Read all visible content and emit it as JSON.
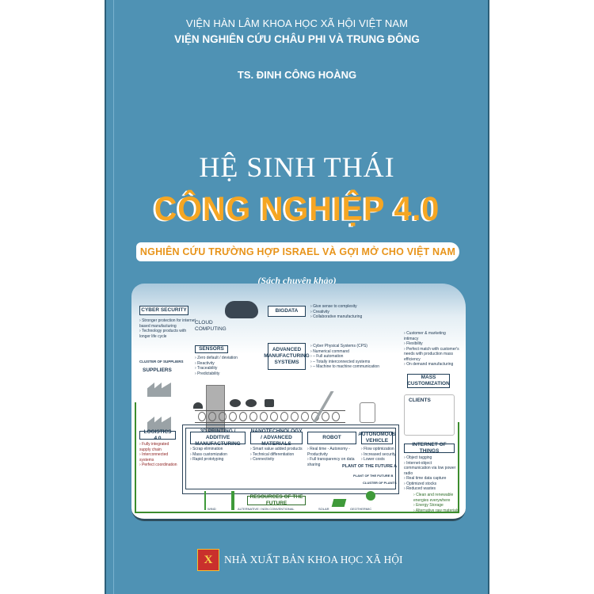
{
  "cover": {
    "organization": "VIỆN HÀN LÂM KHOA HỌC XÃ HỘI VIỆT NAM",
    "institute": "VIỆN NGHIÊN CỨU CHÂU PHI VÀ TRUNG ĐÔNG",
    "author": "TS. ĐINH CÔNG HOÀNG",
    "title_line1": "HỆ SINH THÁI",
    "title_line2": "CÔNG NGHIỆP 4.0",
    "subtitle": "NGHIÊN CỨU TRƯỜNG HỢP ISRAEL VÀ GỢI MỞ CHO VIỆT NAM",
    "genre": "(Sách chuyên khảo)",
    "publisher": "NHÀ XUẤT BẢN KHOA HỌC XÃ HỘI",
    "publisher_logo_letter": "X",
    "colors": {
      "background": "#4f92b4",
      "accent": "#f5a623",
      "diagram_line": "#1f3d56",
      "green": "#3c8d2e"
    }
  },
  "diagram": {
    "cyber_security": {
      "label": "CYBER SECURITY",
      "bullets": [
        "Stronger protection for internet based manufacturing",
        "Technology products with longer life cycle"
      ]
    },
    "cloud_computing": "CLOUD COMPUTING",
    "bigdata": {
      "label": "BIGDATA",
      "bullets": [
        "Give sense to complexity",
        "Creativity",
        "Collaborative manufacturing"
      ]
    },
    "advanced_manufacturing": {
      "label": "ADVANCED MANUFACTURING SYSTEMS",
      "bullets": [
        "Cyber Physical Systems (CPS)",
        "Numerical command",
        "– Full automation",
        "– Totally interconnected systems",
        "– Machine to machine communication"
      ]
    },
    "sensors": {
      "label": "SENSORS",
      "bullets": [
        "Zero default / deviation",
        "Reactivity",
        "Traceability",
        "Predictability"
      ]
    },
    "cluster_of_suppliers": "CLUSTER OF SUPPLIERS",
    "suppliers": "SUPPLIERS",
    "mass_customization": {
      "label": "MASS CUSTOMIZATION",
      "bullets": [
        "Customer & marketing intimacy",
        "Flexibility",
        "Perfect match with customer's needs with production mass efficiency",
        "On demand manufacturing"
      ]
    },
    "clients": "CLIENTS",
    "internet_of_things": {
      "label": "INTERNET OF THINGS",
      "bullets": [
        "Object tagging",
        "Internet-object communication via low power radio",
        "Real time data capture",
        "Optimized stocks",
        "Reduced wastes"
      ]
    },
    "logistics": {
      "label": "LOGISTICS 4.0",
      "bullets": [
        "Fully integrated supply chain",
        "Interconnected systems",
        "Perfect coordination"
      ]
    },
    "printing": {
      "label": "3D PRINTING / ADDITIVE MANUFACTURING",
      "bullets": [
        "Scrap elimination",
        "Mass customization",
        "Rapid prototyping"
      ]
    },
    "nanotech": {
      "label": "NANOTECHNOLOGY / ADVANCED MATERIALS",
      "bullets": [
        "Smart value added products",
        "Technical differentiation",
        "Connectivity"
      ]
    },
    "robot": {
      "label": "ROBOT",
      "bullets": [
        "Real time - Autonomy - Productivity",
        "Full transparency on data sharing"
      ]
    },
    "autonomous_vehicle": {
      "label": "AUTONOMOUS VEHICLE",
      "bullets": [
        "Flow optimization",
        "Increased security",
        "Lower costs"
      ]
    },
    "plant_a": "PLANT OF THE FUTURE A",
    "plant_b": "PLANT OF THE FUTURE B",
    "cluster_of_plants": "CLUSTER OF PLANTS",
    "resources": {
      "label": "RESOURCES OF THE FUTURE",
      "bullets": [
        "Clean and renewable energies everywhere",
        "Energy Storage",
        "Alternative raw materials"
      ]
    },
    "energy_labels": [
      "WIND",
      "ALTERNATIVE / NON CONVENTIONAL",
      "SOLAR",
      "GEOTHERMIC"
    ]
  }
}
